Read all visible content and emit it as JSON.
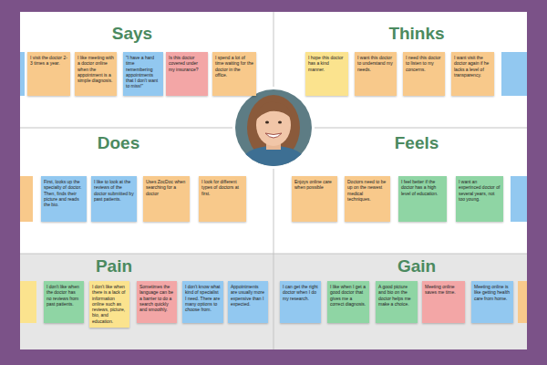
{
  "diagram": {
    "nodes": [
      {
        "text": [
          "Says"
        ]
      },
      {
        "text": [
          "I visit the doctor 2-3 times a year."
        ],
        "in": 0
      },
      {
        "text": [
          "I like meeting with a doctor online when the appointment is a simple diagnosis."
        ],
        "in": 0
      },
      {
        "text": [
          "\"I have a hard time remembering appointments that I don't want to miss!\""
        ],
        "in": 0
      },
      {
        "text": [
          "Is this doctor covered under my insurance?"
        ],
        "in": 0
      },
      {
        "text": [
          "I spend a lot of time waiting for the doctor in the office."
        ],
        "in": 0
      },
      {
        "text": [
          "Thinks"
        ]
      },
      {
        "text": [
          "I hope this doctor has a kind manner."
        ],
        "in": 6
      },
      {
        "text": [
          "I want this doctor to understand my needs."
        ],
        "in": 6
      },
      {
        "text": [
          "I need this doctor to listen to my concerns."
        ],
        "in": 6
      },
      {
        "text": [
          "I want visit the doctor again if he lacks a level of transparency."
        ],
        "in": 6
      },
      {
        "text": [
          "Does"
        ]
      },
      {
        "text": [
          "First, looks up the specialty of doctor. Then, finds their picture and reads the bio."
        ],
        "in": 11
      },
      {
        "text": [
          "I like to look at the reviews of the doctor submitted by past patients."
        ],
        "in": 11
      },
      {
        "text": [
          "Uses ZocDoc when searching for a doctor"
        ],
        "in": 11
      },
      {
        "text": [
          "I look for different types of doctors at first."
        ],
        "in": 11
      },
      {
        "text": [
          "Feels"
        ]
      },
      {
        "text": [
          "Enjoys online care when possible"
        ],
        "in": 16
      },
      {
        "text": [
          "Doctors need to be up on the newest medical techniques."
        ],
        "in": 16
      },
      {
        "text": [
          "I feel better if the doctor has a high level of education."
        ],
        "in": 16
      },
      {
        "text": [
          "I want an experinced doctor of several years, not too young."
        ],
        "in": 16
      },
      {
        "text": [
          "Pain"
        ]
      },
      {
        "text": [
          "I don't like when the doctor has no reviews from past patients."
        ],
        "in": 21
      },
      {
        "text": [
          "I don't like when there is a lack of information online such as reviews, picture, bio, and education."
        ],
        "in": 21
      },
      {
        "text": [
          "Sometimes the language can be a barrier to do a search quickly and smoothly."
        ],
        "in": 21
      },
      {
        "text": [
          "I don't know what kind of specialist I need. There are many options to choose from."
        ],
        "in": 21
      },
      {
        "text": [
          "Appointments are usually more expensive than I expected."
        ],
        "in": 21
      },
      {
        "text": [
          "Gain"
        ]
      },
      {
        "text": [
          "I can get the right doctor when I do my research."
        ],
        "in": 27
      },
      {
        "text": [
          "I like when I get a good doctor that gives me a correct diagnosis."
        ],
        "in": 27
      },
      {
        "text": [
          "A good picture and bio on the doctor helps me make a choice."
        ],
        "in": 27
      },
      {
        "text": [
          "Meeting online saves me time."
        ],
        "in": 27
      },
      {
        "text": [
          "Meeting online is like getting health care from home."
        ],
        "in": 27
      }
    ]
  }
}
